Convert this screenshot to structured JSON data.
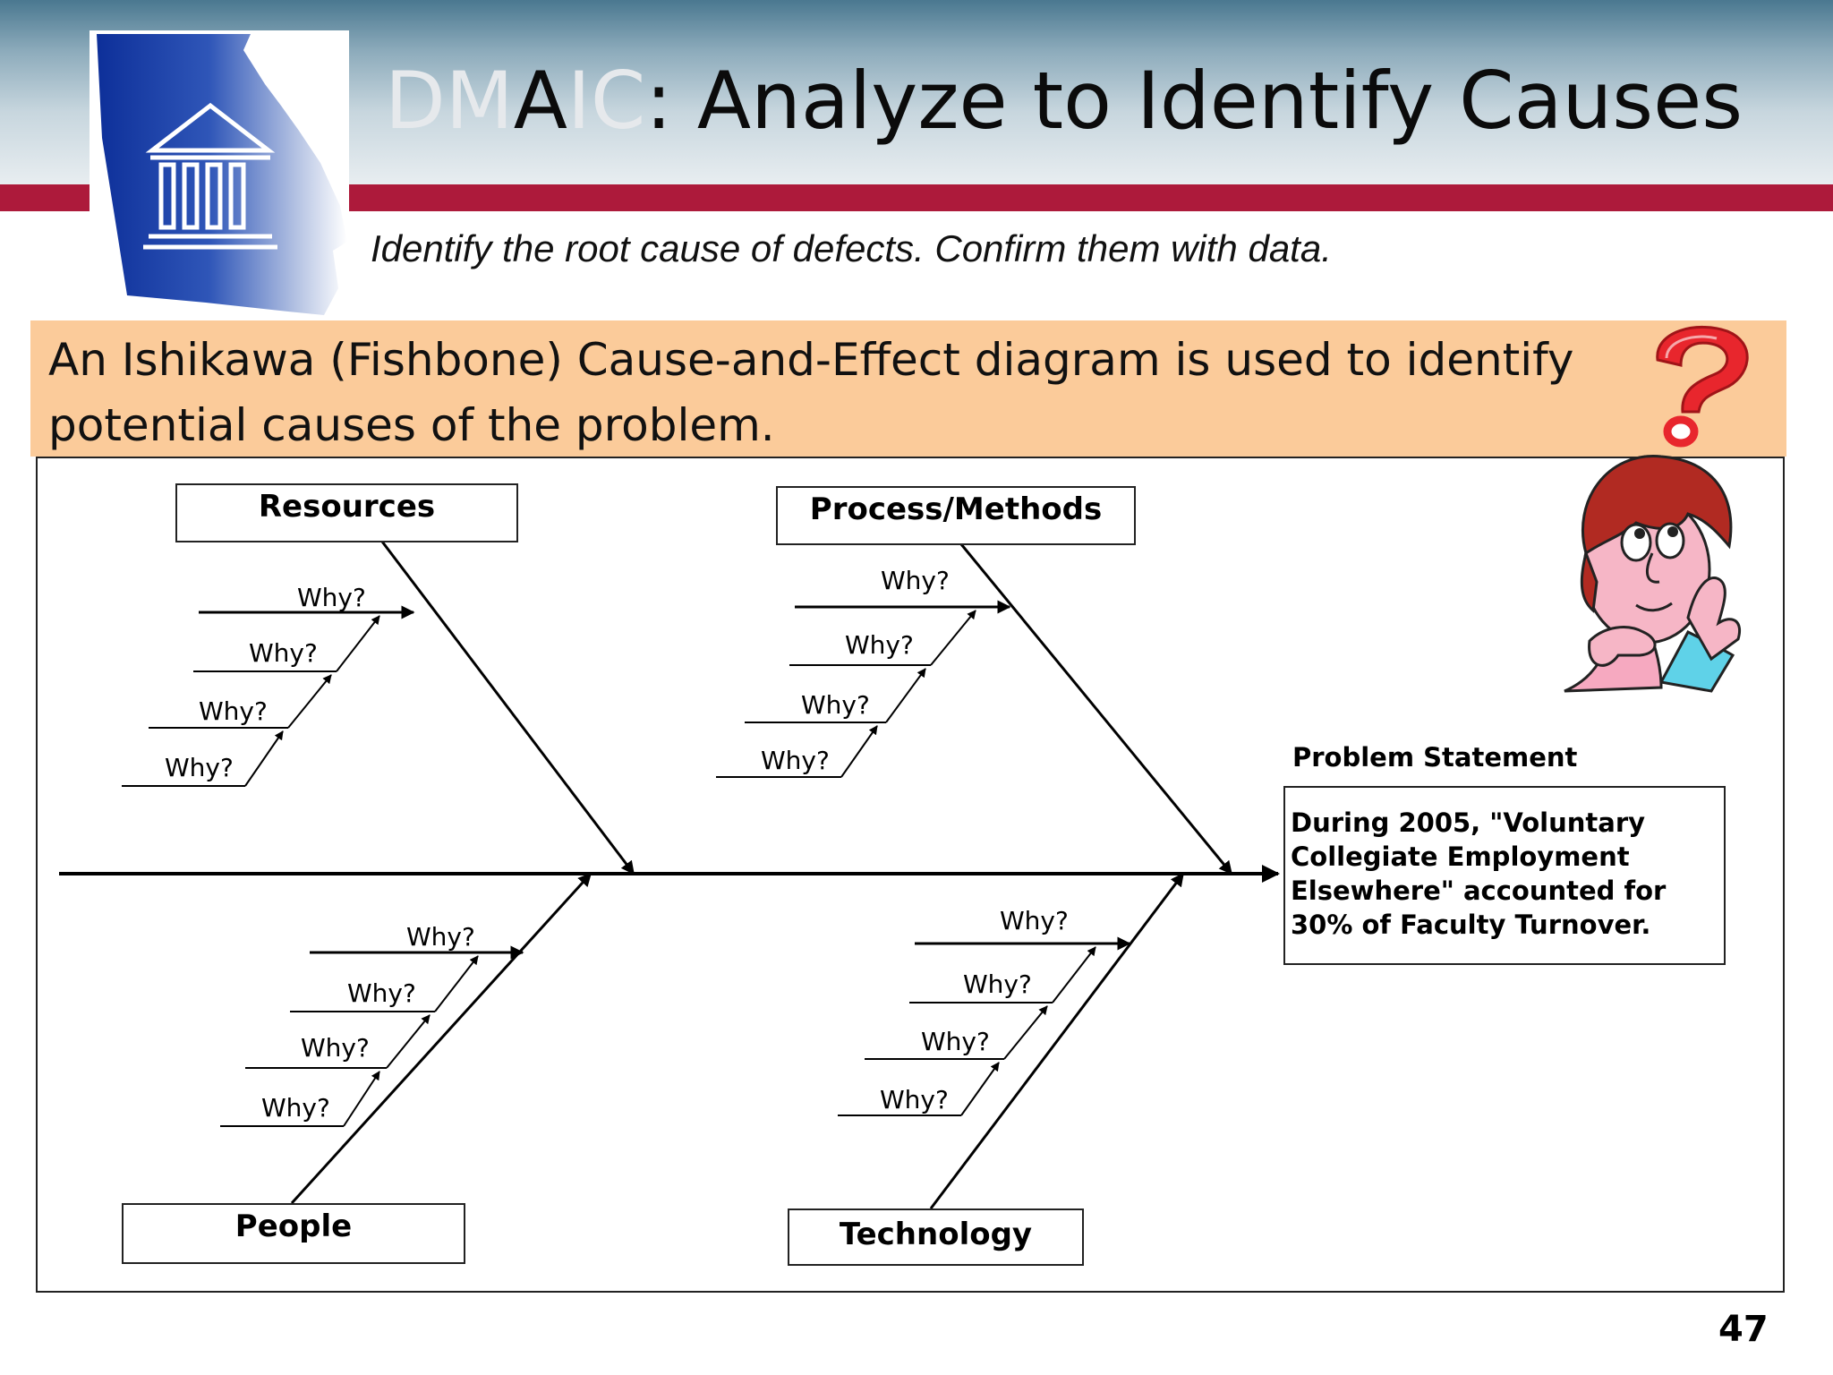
{
  "header": {
    "title_prefix_D": "DM",
    "title_A": "A",
    "title_I": "IC",
    "title_rest": ": Analyze to Identify Causes",
    "subtitle": "Identify the root cause of defects. Confirm them with data."
  },
  "callout": {
    "text": "An Ishikawa (Fishbone) Cause-and-Effect diagram is used to identify potential causes of the problem."
  },
  "icons": {
    "logo": "georgia-state-capitol-logo-icon",
    "question": "question-mark-icon",
    "thinker": "thinking-person-icon"
  },
  "colors": {
    "header_band": "#8eacbc",
    "red_rule": "#ad1a3b",
    "callout_bg": "#fbcb9a",
    "logo_blue": "#1b3f9e"
  },
  "fishbone": {
    "categories": {
      "top_left": "Resources",
      "top_right": "Process/Methods",
      "bottom_left": "People",
      "bottom_right": "Technology"
    },
    "why_label": "Why?",
    "problem_label": "Problem Statement",
    "problem_text": "During 2005, \"Voluntary Collegiate Employment Elsewhere\" accounted for 30% of Faculty Turnover."
  },
  "page_number": "47"
}
